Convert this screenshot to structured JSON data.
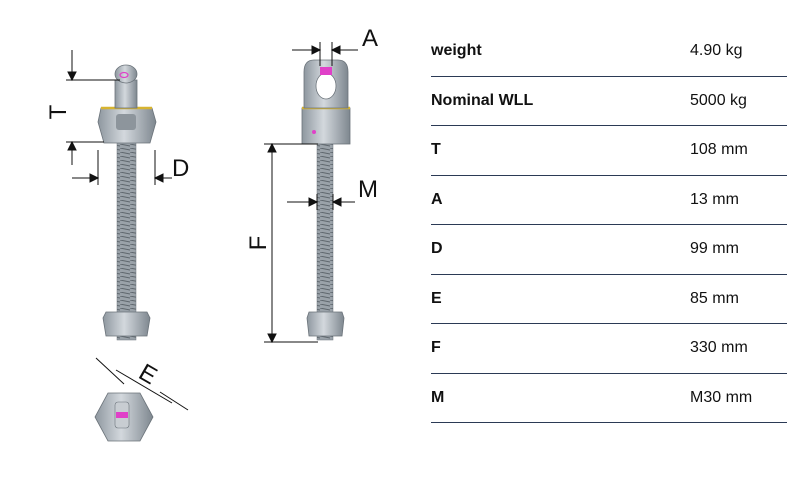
{
  "dimension_labels": {
    "T": "T",
    "D": "D",
    "E": "E",
    "A": "A",
    "M": "M",
    "F": "F"
  },
  "specs": [
    {
      "label": "weight",
      "value": "4.90 kg"
    },
    {
      "label": "Nominal WLL",
      "value": "5000 kg"
    },
    {
      "label": "T",
      "value": "108 mm"
    },
    {
      "label": "A",
      "value": "13 mm"
    },
    {
      "label": "D",
      "value": "99 mm"
    },
    {
      "label": "E",
      "value": "85 mm"
    },
    {
      "label": "F",
      "value": "330 mm"
    },
    {
      "label": "M",
      "value": "M30 mm"
    }
  ],
  "colors": {
    "steel": "#b9c0c7",
    "steel_dark": "#7e878f",
    "accent_pink": "#e040c8",
    "accent_yellow": "#d7b430",
    "table_rule": "#2b3a55"
  }
}
